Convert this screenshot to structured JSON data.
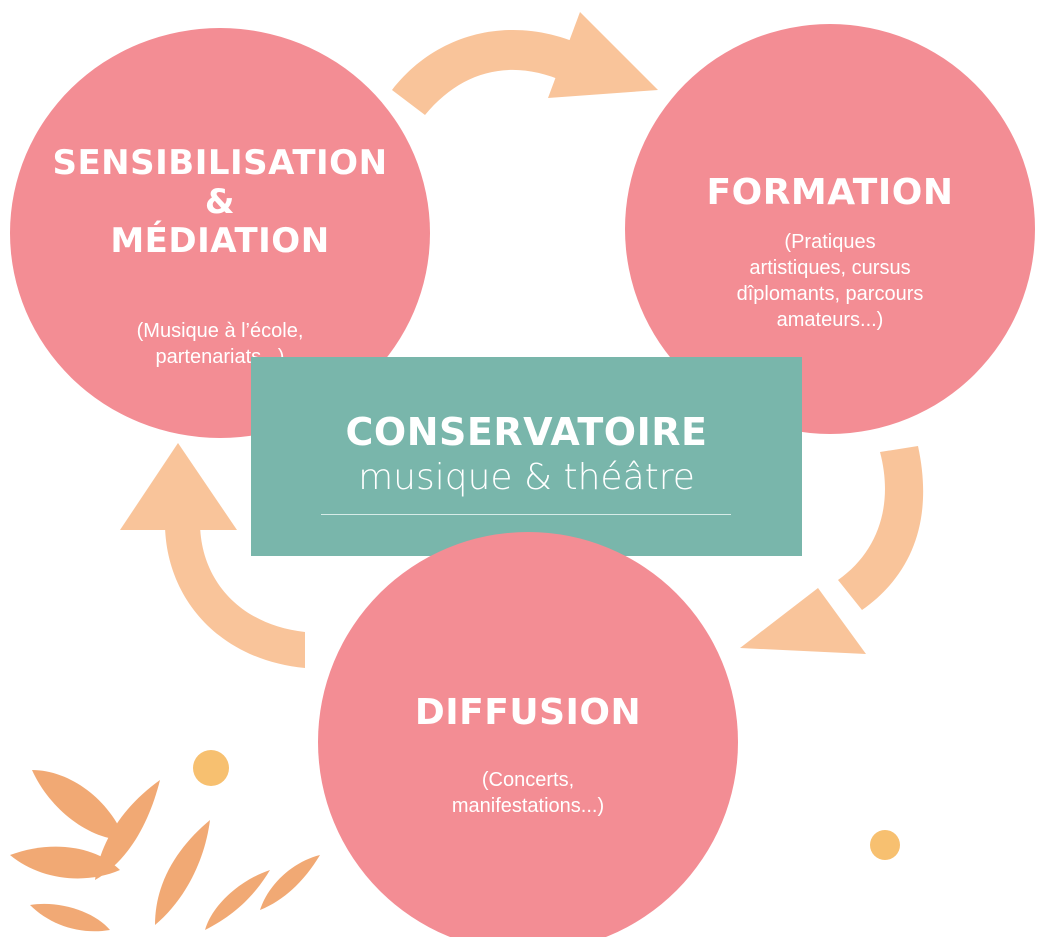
{
  "colors": {
    "circle": "#f38d94",
    "arrow": "#f9c49a",
    "center_box": "#79b6ab",
    "text": "#ffffff",
    "leaf": "#f0a066",
    "dot": "#f7c070"
  },
  "diagram": {
    "nodes": [
      {
        "id": "sensibilisation",
        "title": "Sensibilisation\n&\nMédiation",
        "subtitle": "(Musique à l’école,\npartenariats...)"
      },
      {
        "id": "formation",
        "title": "Formation",
        "subtitle": "(Pratiques\nartistiques, cursus\ndîplomants, parcours\namateurs...)"
      },
      {
        "id": "diffusion",
        "title": "Diffusion",
        "subtitle": "(Concerts,\nmanifestations...)"
      }
    ],
    "center": {
      "title": "Conservatoire",
      "subtitle": "musique & théâtre"
    },
    "arrows": [
      {
        "from": "sensibilisation",
        "to": "formation"
      },
      {
        "from": "formation",
        "to": "diffusion"
      },
      {
        "from": "diffusion",
        "to": "sensibilisation"
      }
    ],
    "decorations": [
      "leaf-sprig",
      "paint-dot"
    ]
  }
}
